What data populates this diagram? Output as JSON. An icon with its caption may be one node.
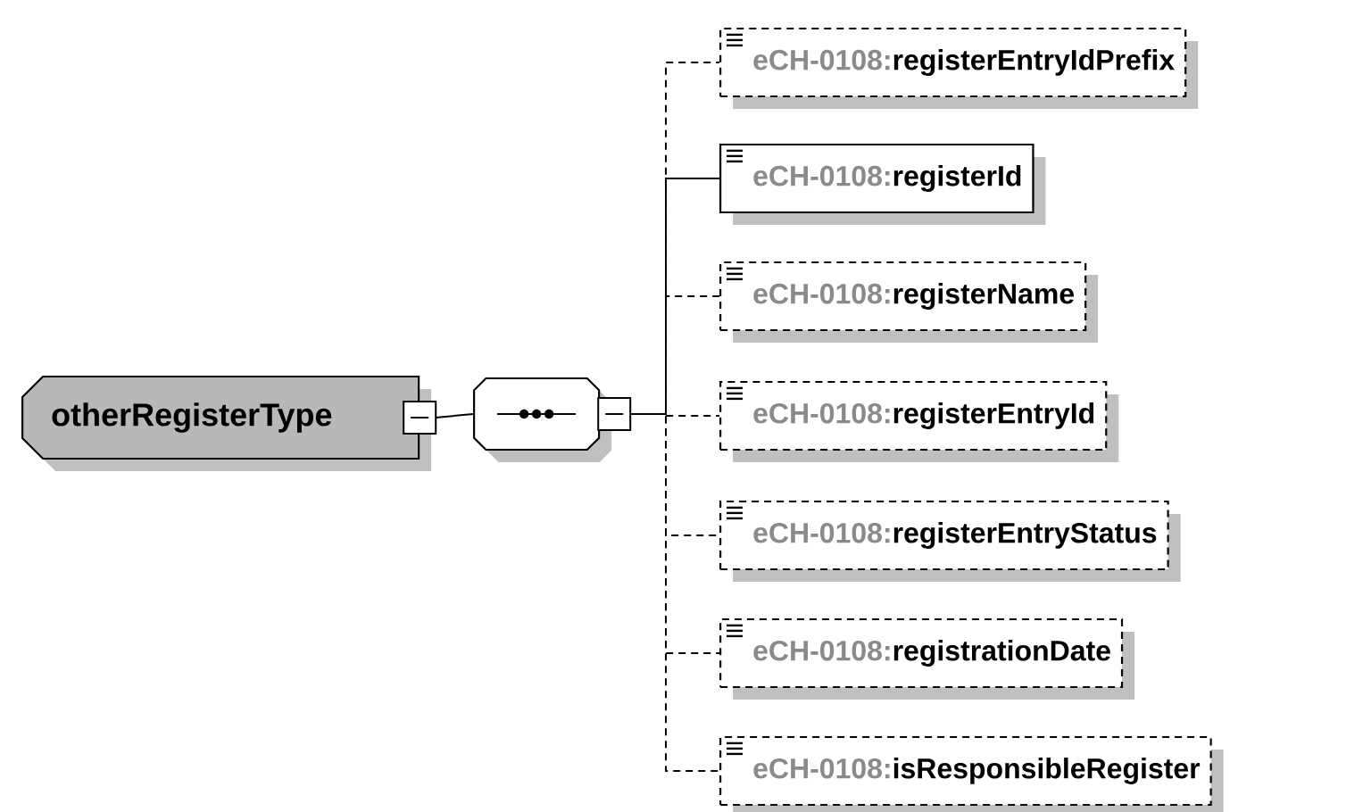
{
  "diagram": {
    "nodes": [
      {
        "text": [
          "otherRegisterType"
        ]
      },
      {
        "text": [],
        "shape": "octagon"
      },
      {
        "text": [
          "eCH-0108:",
          "registerEntryIdPrefix"
        ]
      },
      {
        "text": [
          "eCH-0108:",
          "registerId"
        ]
      },
      {
        "text": [
          "eCH-0108:",
          "registerName"
        ]
      },
      {
        "text": [
          "eCH-0108:",
          "registerEntryId"
        ]
      },
      {
        "text": [
          "eCH-0108:",
          "registerEntryStatus"
        ]
      },
      {
        "text": [
          "eCH-0108:",
          "registrationDate"
        ]
      },
      {
        "text": [
          "eCH-0108:",
          "isResponsibleRegister"
        ]
      }
    ],
    "edges": [
      {
        "from": 0,
        "to": 1,
        "arrow": "none"
      },
      {
        "from": 1,
        "to": 2,
        "arrow": "none",
        "style": "dashed"
      },
      {
        "from": 1,
        "to": 3,
        "arrow": "none"
      },
      {
        "from": 1,
        "to": 4,
        "arrow": "none",
        "style": "dashed"
      },
      {
        "from": 1,
        "to": 5,
        "arrow": "none",
        "style": "dashed"
      },
      {
        "from": 1,
        "to": 6,
        "arrow": "none",
        "style": "dashed"
      },
      {
        "from": 1,
        "to": 7,
        "arrow": "none",
        "style": "dashed"
      },
      {
        "from": 1,
        "to": 8,
        "arrow": "none",
        "style": "dashed"
      }
    ]
  }
}
